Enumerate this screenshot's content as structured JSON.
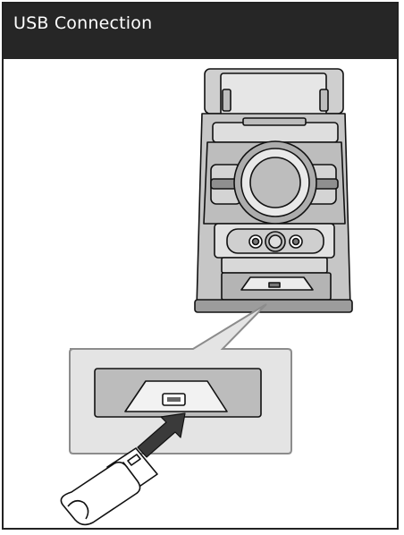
{
  "page": {
    "title": "USB Connection"
  },
  "illustration": {
    "subject": "mini-stereo-unit",
    "inset": "usb-port-closeup",
    "device": "usb-flash-drive",
    "action_icon": "arrow-insert-icon"
  },
  "colors": {
    "header_bg": "#262626",
    "header_text": "#ffffff",
    "device_body": "#cfcfcf",
    "device_dark": "#9a9a9a",
    "inset_bg": "#e4e4e4",
    "line": "#111111"
  }
}
